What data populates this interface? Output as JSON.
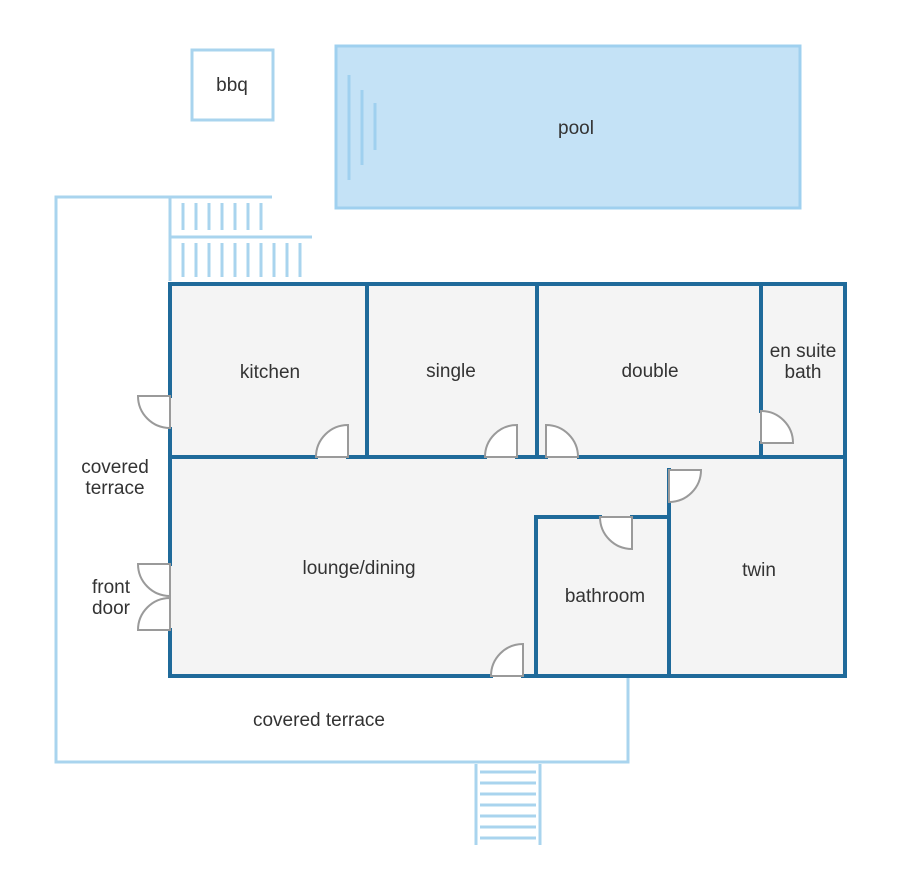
{
  "labels": {
    "bbq": "bbq",
    "pool": "pool",
    "kitchen": "kitchen",
    "single": "single",
    "double": "double",
    "en_suite_line1": "en suite",
    "en_suite_line2": "bath",
    "covered_terrace_side_line1": "covered",
    "covered_terrace_side_line2": "terrace",
    "front_door_line1": "front",
    "front_door_line2": "door",
    "lounge_dining": "lounge/dining",
    "bathroom": "bathroom",
    "twin": "twin",
    "covered_terrace_bottom": "covered terrace"
  },
  "colors": {
    "wall": "#1f6a9a",
    "outline_light": "#a9d4ee",
    "pool_fill": "#c4e2f6",
    "pool_stroke": "#9fd0ef",
    "room_fill": "#f4f4f4",
    "door": "#9a9a9a",
    "text": "#333333"
  }
}
